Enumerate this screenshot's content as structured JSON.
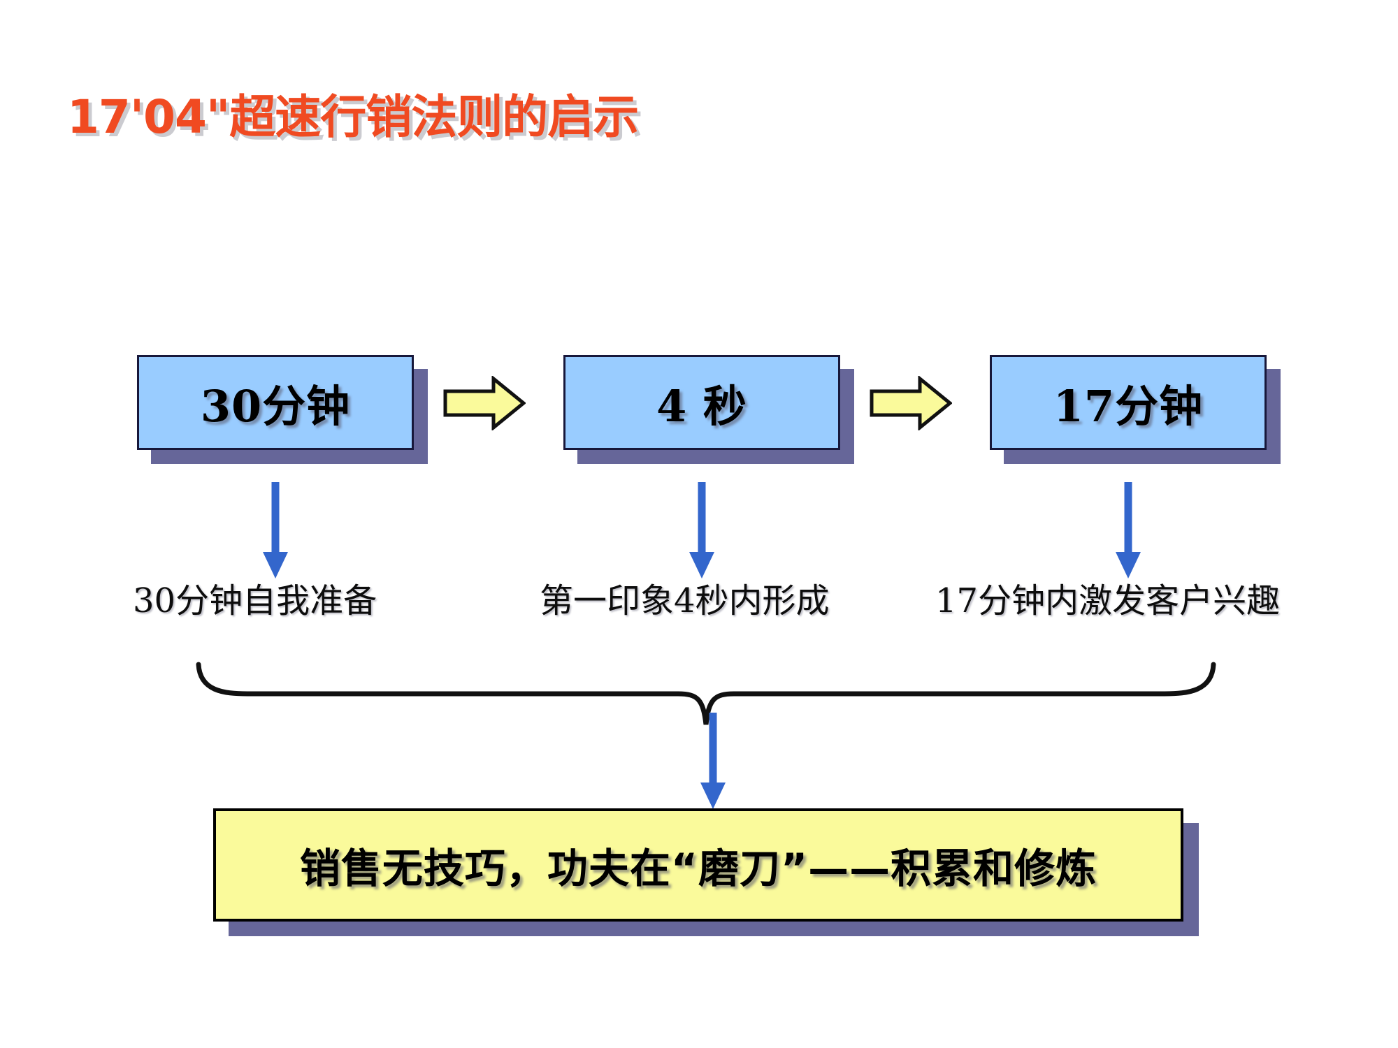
{
  "slide": {
    "title": "17'04\"超速行销法则的启示",
    "background_color": "#FFFFFF",
    "title_color": "#F04A21"
  },
  "flow": {
    "stages": [
      {
        "label": "30分钟",
        "caption": "30分钟自我准备"
      },
      {
        "label": "4 秒",
        "caption": "第一印象4秒内形成"
      },
      {
        "label": "17分钟",
        "caption": "17分钟内激发客户兴趣"
      }
    ],
    "stage_fill_color": "#99CCFF",
    "stage_border_color": "#17173A",
    "shadow_color": "#666699",
    "connector_arrow_color": "#FAFA9B",
    "down_arrow_color": "#3366CC"
  },
  "conclusion": {
    "text": "销售无技巧，功夫在“磨刀”——积累和修炼",
    "fill_color": "#FAFA9B",
    "border_color": "#000000"
  },
  "icons": {
    "chevron_right": "chevron-right-arrow-icon",
    "arrow_down": "arrow-down-icon",
    "brace": "horizontal-curly-brace-icon"
  }
}
